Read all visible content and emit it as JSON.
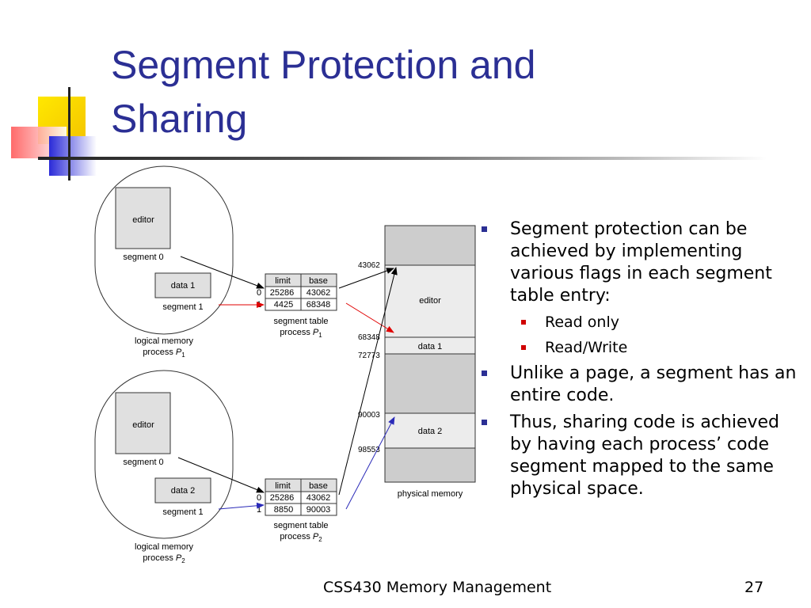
{
  "slide": {
    "title_line1": "Segment Protection and",
    "title_line2": "Sharing",
    "footer_text": "CSS430 Memory Management",
    "page_number": "27"
  },
  "bullets": [
    "Segment protection can be achieved by implementing various flags in each segment table entry:",
    "Unlike a page, a segment has an entire code.",
    "Thus, sharing code is achieved by having each process’ code segment mapped to the same physical space."
  ],
  "sub_bullets": [
    "Read only",
    "Read/Write"
  ],
  "diagram": {
    "p1": {
      "editor": "editor",
      "segment0": "segment 0",
      "data": "data 1",
      "segment1": "segment 1",
      "logical_label": "logical memory",
      "process_label": "process ",
      "process_var": "P",
      "process_sub": "1",
      "table_label": "segment table",
      "table_process": "process ",
      "table_var": "P",
      "table_sub": "1",
      "headers": [
        "limit",
        "base"
      ],
      "rows": [
        [
          "0",
          "25286",
          "43062"
        ],
        [
          "1",
          "4425",
          "68348"
        ]
      ]
    },
    "p2": {
      "editor": "editor",
      "segment0": "segment 0",
      "data": "data 2",
      "segment1": "segment 1",
      "logical_label": "logical memory",
      "process_label": "process ",
      "process_var": "P",
      "process_sub": "2",
      "table_label": "segment table",
      "table_process": "process ",
      "table_var": "P",
      "table_sub": "2",
      "headers": [
        "limit",
        "base"
      ],
      "rows": [
        [
          "0",
          "25286",
          "43062"
        ],
        [
          "1",
          "8850",
          "90003"
        ]
      ]
    },
    "physical": {
      "label": "physical memory",
      "addresses": [
        "43062",
        "68348",
        "72773",
        "90003",
        "98553"
      ],
      "blocks": [
        "editor",
        "data 1",
        "data 2"
      ]
    }
  },
  "colors": {
    "title": "#2b2f94",
    "bullet_marker": "#2b2f94",
    "sub_bullet_marker": "#d00000",
    "arrow_p1": "#e00000",
    "arrow_p2": "#2a2ab8"
  }
}
